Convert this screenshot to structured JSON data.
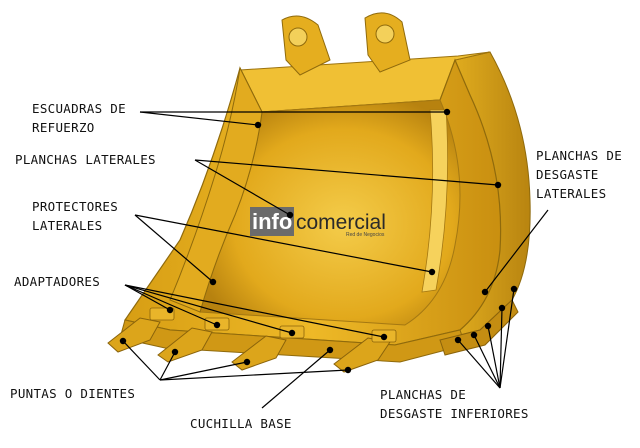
{
  "labels": {
    "escuadras_1": "ESCUADRAS DE",
    "escuadras_2": "REFUERZO",
    "planchas_laterales": "PLANCHAS LATERALES",
    "protectores_1": "PROTECTORES",
    "protectores_2": "LATERALES",
    "adaptadores": "ADAPTADORES",
    "puntas": "PUNTAS O DIENTES",
    "cuchilla": "CUCHILLA BASE",
    "desgaste_lat_1": "PLANCHAS DE",
    "desgaste_lat_2": "DESGASTE",
    "desgaste_lat_3": "LATERALES",
    "desgaste_inf_1": "PLANCHAS DE",
    "desgaste_inf_2": "DESGASTE INFERIORES"
  },
  "watermark": {
    "brand_a": "info",
    "brand_b": "comercial",
    "tagline": "Red de Negocios"
  },
  "colors": {
    "bucket_yellow": "#e8b21c",
    "bucket_shadow": "#b98712",
    "bucket_light": "#f3c948",
    "teeth": "#d9a31a",
    "watermark_box": "#6b6b6b"
  }
}
